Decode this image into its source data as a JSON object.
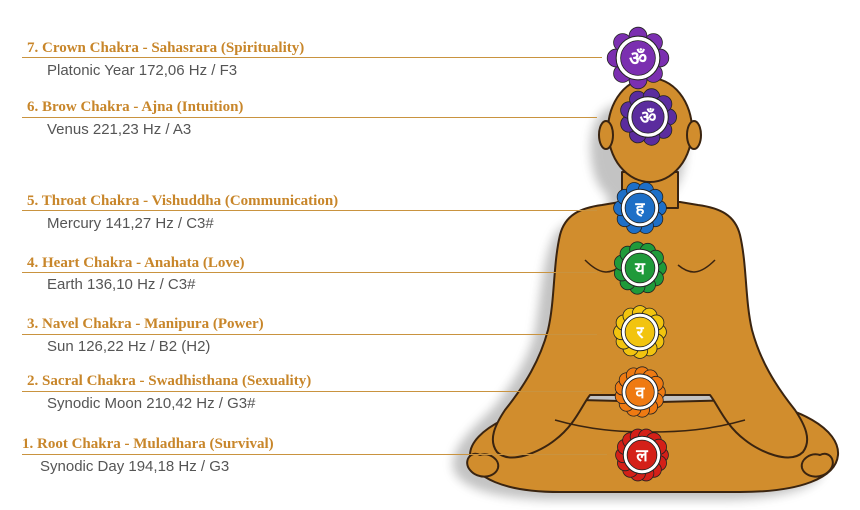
{
  "chakras": [
    {
      "title": "7. Crown Chakra - Sahasrara (Spirituality)",
      "detail": "Platonic Year 172,06 Hz / F3",
      "glyph": "ॐ",
      "color": "#7b2fb0",
      "icon": "crown-chakra-icon"
    },
    {
      "title": "6. Brow Chakra - Ajna (Intuition)",
      "detail": "Venus 221,23 Hz / A3",
      "glyph": "ॐ",
      "color": "#5b2c9e",
      "icon": "brow-chakra-icon"
    },
    {
      "title": "5. Throat Chakra - Vishuddha (Communication)",
      "detail": "Mercury 141,27 Hz / C3#",
      "glyph": "ह",
      "color": "#1e6fc7",
      "icon": "throat-chakra-icon"
    },
    {
      "title": "4. Heart Chakra - Anahata (Love)",
      "detail": "Earth 136,10 Hz / C3#",
      "glyph": "य",
      "color": "#1f9a3a",
      "icon": "heart-chakra-icon"
    },
    {
      "title": "3. Navel Chakra - Manipura (Power)",
      "detail": "Sun 126,22 Hz / B2 (H2)",
      "glyph": "र",
      "color": "#f2c40f",
      "icon": "navel-chakra-icon"
    },
    {
      "title": "2. Sacral Chakra - Swadhisthana (Sexuality)",
      "detail": "Synodic Moon 210,42 Hz / G3#",
      "glyph": "व",
      "color": "#ef7a12",
      "icon": "sacral-chakra-icon"
    },
    {
      "title": "1. Root Chakra - Muladhara (Survival)",
      "detail": "Synodic Day 194,18 Hz / G3",
      "glyph": "ल",
      "color": "#d42018",
      "icon": "root-chakra-icon"
    }
  ],
  "colors": {
    "body": "#d18d2d",
    "outline": "#3a2410",
    "accent": "#c8862a"
  }
}
